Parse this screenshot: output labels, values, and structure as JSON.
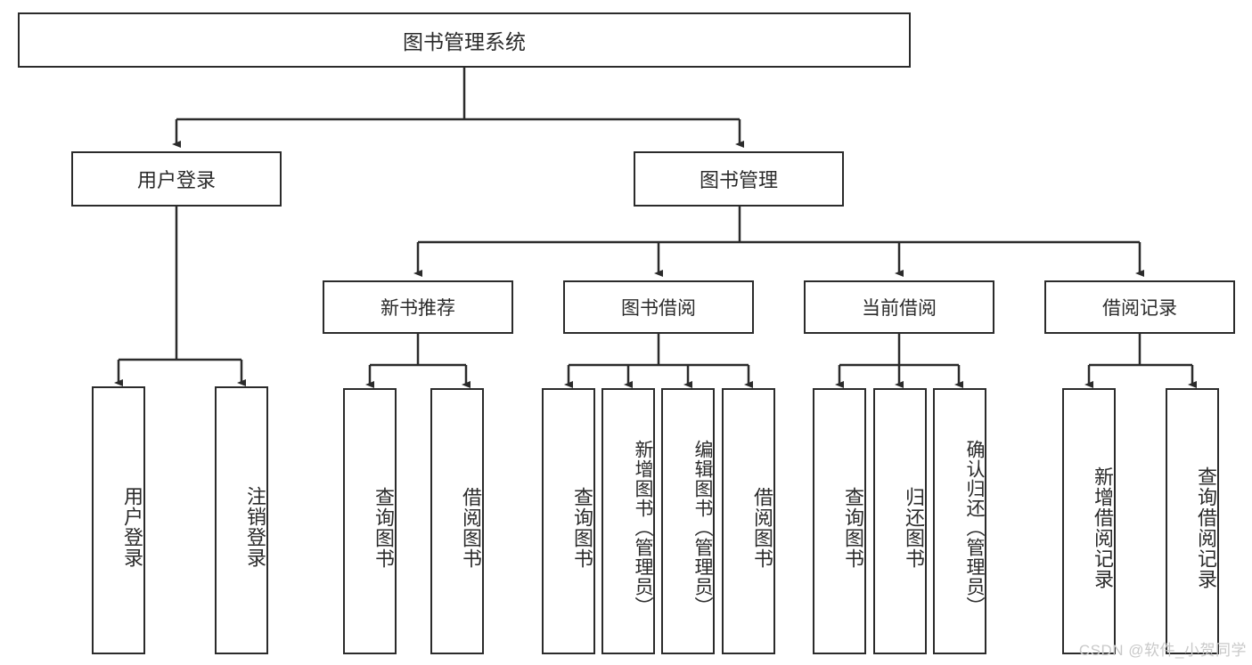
{
  "diagram": {
    "title": "图书管理系统",
    "type": "tree-hierarchy-diagram",
    "colors": {
      "box_border": "#2b2b2b",
      "box_fill": "#ffffff",
      "connector": "#2b2b2b",
      "text": "#2b2b2b",
      "watermark": "#c9c9c9"
    },
    "root": {
      "label": "图书管理系统"
    },
    "level2": [
      {
        "label": "用户登录"
      },
      {
        "label": "图书管理"
      }
    ],
    "level3": [
      {
        "label": "新书推荐"
      },
      {
        "label": "图书借阅"
      },
      {
        "label": "当前借阅"
      },
      {
        "label": "借阅记录"
      }
    ],
    "leaves": {
      "user_login": [
        {
          "label": "用户登录"
        },
        {
          "label": "注销登录"
        }
      ],
      "new_book_recommend": [
        {
          "label": "查询图书"
        },
        {
          "label": "借阅图书"
        }
      ],
      "book_borrow": [
        {
          "label": "查询图书"
        },
        {
          "label": "新增图书（管理员）"
        },
        {
          "label": "编辑图书（管理员）"
        },
        {
          "label": "借阅图书"
        }
      ],
      "current_borrow": [
        {
          "label": "查询图书"
        },
        {
          "label": "归还图书"
        },
        {
          "label": "确认归还（管理员）"
        }
      ],
      "borrow_record": [
        {
          "label": "新增借阅记录"
        },
        {
          "label": "查询借阅记录"
        }
      ]
    }
  },
  "watermark": {
    "text": "CSDN @软件_小贺同学"
  }
}
